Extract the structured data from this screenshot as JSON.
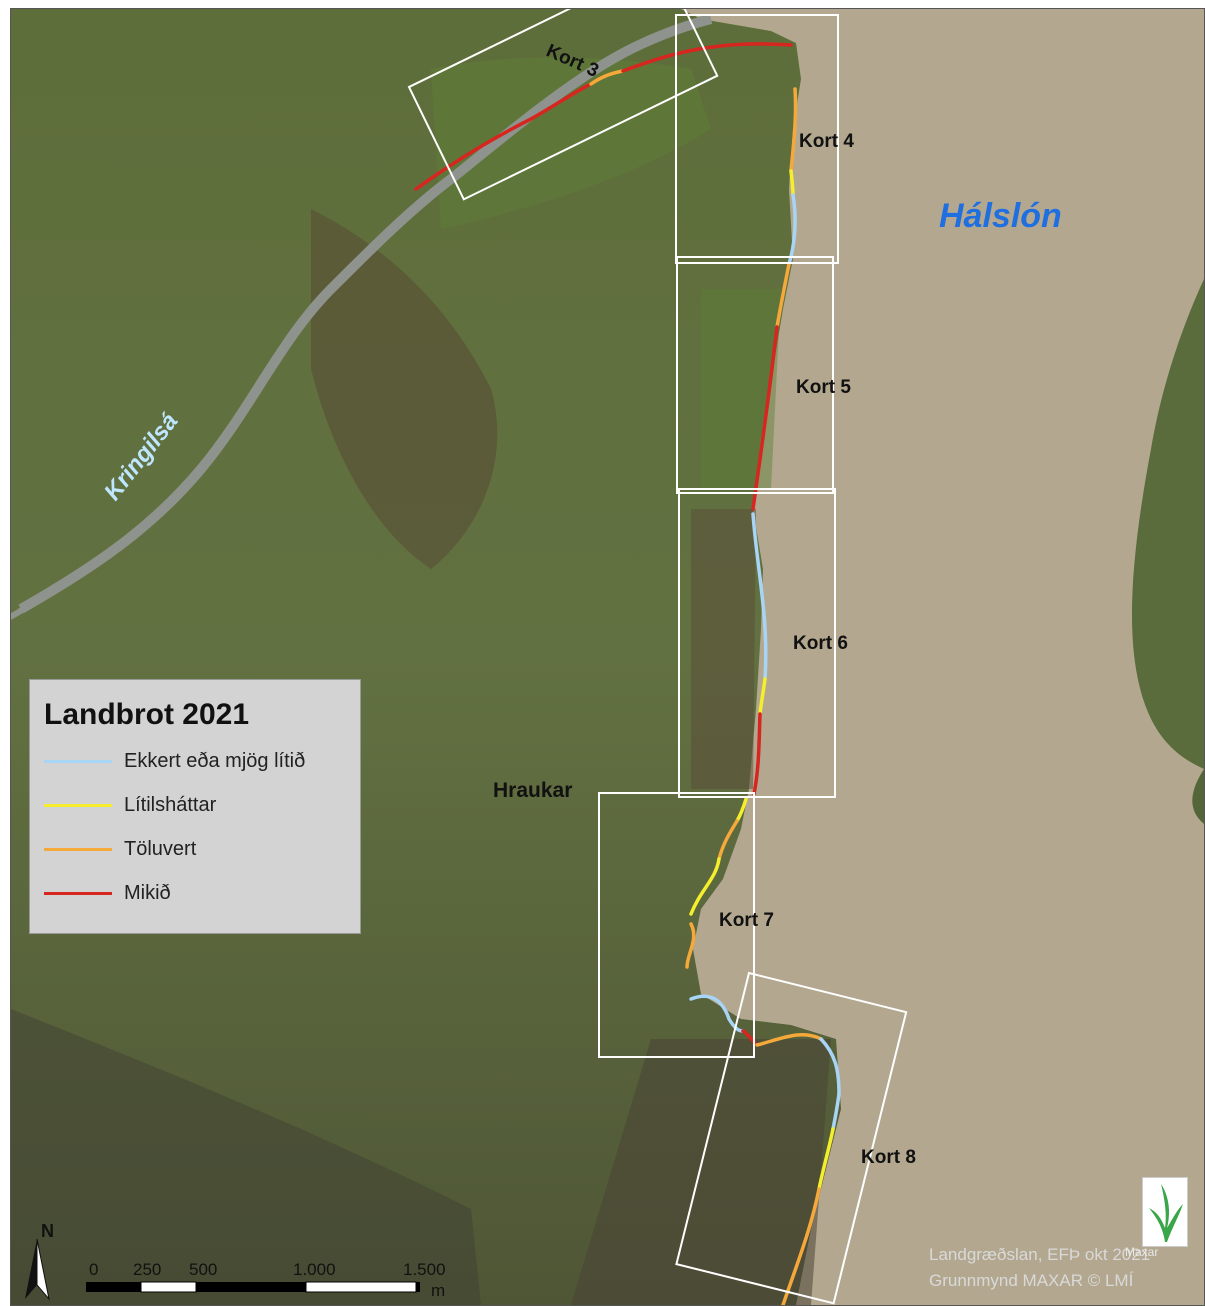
{
  "map": {
    "lake_label": "Hálslón",
    "river_label": "Kringilsá",
    "place_label": "Hraukar",
    "frames": [
      {
        "name": "Kort 3"
      },
      {
        "name": "Kort 4"
      },
      {
        "name": "Kort 5"
      },
      {
        "name": "Kort 6"
      },
      {
        "name": "Kort 7"
      },
      {
        "name": "Kort 8"
      }
    ]
  },
  "legend": {
    "title": "Landbrot 2021",
    "items": [
      {
        "label": "Ekkert eða mjög lítið",
        "color": "#a8d4f5"
      },
      {
        "label": "Lítilsháttar",
        "color": "#f4ee2c"
      },
      {
        "label": "Töluvert",
        "color": "#f6a93b"
      },
      {
        "label": "Mikið",
        "color": "#d7251f"
      }
    ]
  },
  "scale": {
    "ticks": [
      "0",
      "250",
      "500",
      "1.000",
      "1.500"
    ],
    "unit": "m"
  },
  "north": "N",
  "credits": {
    "line1": "Landgræðslan, EFÞ okt 2021",
    "line2": "Grunnmynd MAXAR © LMÍ",
    "watermark": "Maxar"
  },
  "colors": {
    "lake": "#b3a88f",
    "land": "#5b6a3a",
    "river": "#8b8f88",
    "frame": "#ffffff"
  }
}
